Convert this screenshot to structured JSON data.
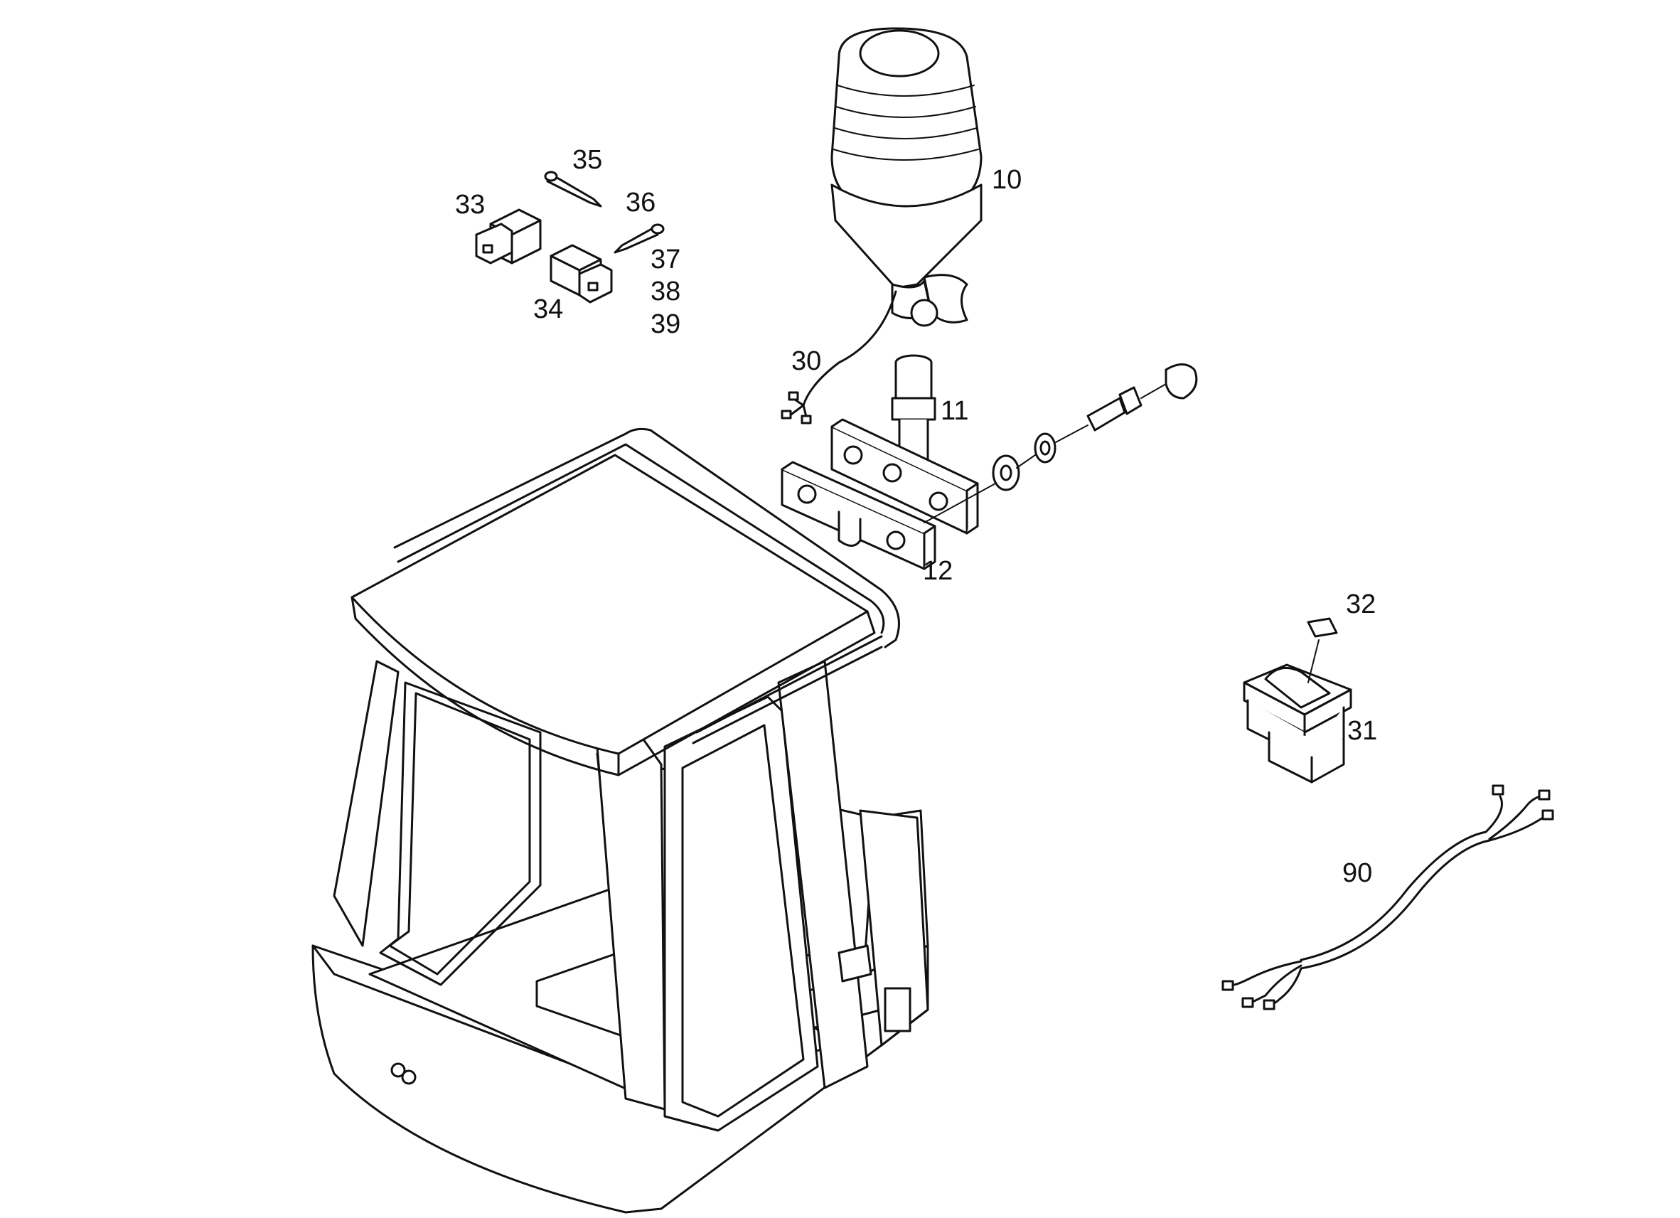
{
  "parts": [
    {
      "id": "beacon",
      "label": "10"
    },
    {
      "id": "mounting-pin",
      "label": "11"
    },
    {
      "id": "bracket-plates",
      "label": "12"
    },
    {
      "id": "beacon-cable",
      "label": "30"
    },
    {
      "id": "rocker-switch",
      "label": "31"
    },
    {
      "id": "switch-cap",
      "label": "32"
    },
    {
      "id": "connector-housing-a",
      "label": "33"
    },
    {
      "id": "connector-housing-b",
      "label": "34"
    },
    {
      "id": "terminal-pin-a",
      "label": "35"
    },
    {
      "id": "terminal-pin-b",
      "label": "36"
    },
    {
      "id": "terminal-pin-c",
      "label": "37"
    },
    {
      "id": "terminal-pin-d",
      "label": "38"
    },
    {
      "id": "terminal-pin-e",
      "label": "39"
    },
    {
      "id": "wiring-harness",
      "label": "90"
    }
  ],
  "colors": {
    "line": "#111111",
    "fill": "#ffffff",
    "background": "#ffffff"
  }
}
